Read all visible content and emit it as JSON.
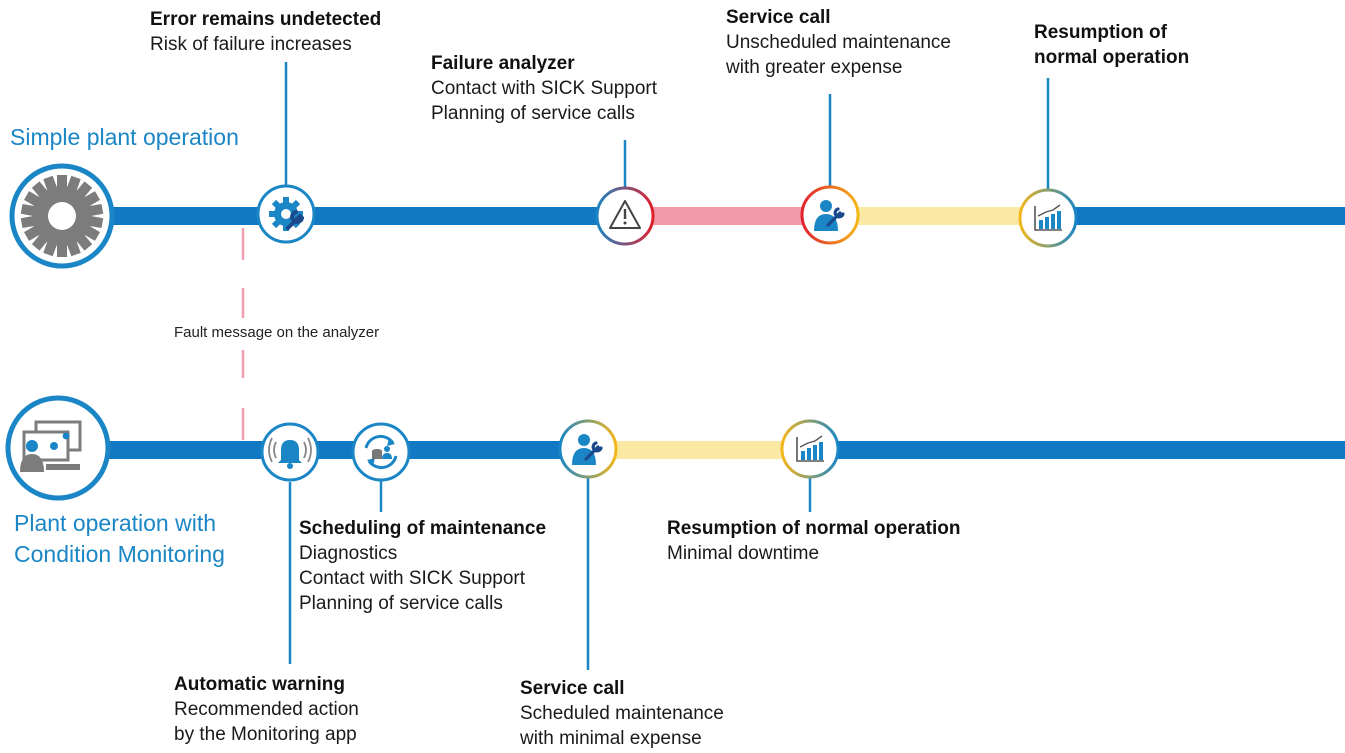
{
  "rows": {
    "simple": {
      "title": "Simple plant operation"
    },
    "cm": {
      "title_line1": "Plant operation with",
      "title_line2": "Condition Monitoring"
    }
  },
  "fault_message": "Fault message on the analyzer",
  "labels": {
    "error_undetected": {
      "title": "Error remains undetected",
      "lines": [
        "Risk of failure increases"
      ]
    },
    "failure_analyzer": {
      "title": "Failure analyzer",
      "lines": [
        "Contact with SICK Support",
        "Planning of service calls"
      ]
    },
    "service_call_top": {
      "title": "Service call",
      "lines": [
        "Unscheduled maintenance",
        "with greater expense"
      ]
    },
    "resumption_top": {
      "title_line1": "Resumption of",
      "title_line2": "normal operation"
    },
    "scheduling": {
      "title": "Scheduling of maintenance",
      "lines": [
        "Diagnostics",
        "Contact with SICK Support",
        "Planning of service calls"
      ]
    },
    "resumption_bottom": {
      "title": "Resumption of normal operation",
      "lines": [
        "Minimal downtime"
      ]
    },
    "automatic_warning": {
      "title": "Automatic warning",
      "lines": [
        "Recommended action",
        "by the Monitoring app"
      ]
    },
    "service_call_bottom": {
      "title": "Service call",
      "lines": [
        "Scheduled maintenance",
        "with minimal expense"
      ]
    }
  },
  "icons": [
    "gear-icon",
    "gear-wrench-icon",
    "warning-triangle-icon",
    "service-technician-icon",
    "rising-chart-icon",
    "computer-user-icon",
    "bell-alarm-icon",
    "refresh-database-icon"
  ],
  "colors": {
    "line_blue": "#1178c3",
    "accent_blue": "#1b86c6",
    "pink_segment": "#f29aa8",
    "yellow_segment": "#fbe8a2",
    "fault_dash": "#f2a0b0"
  }
}
